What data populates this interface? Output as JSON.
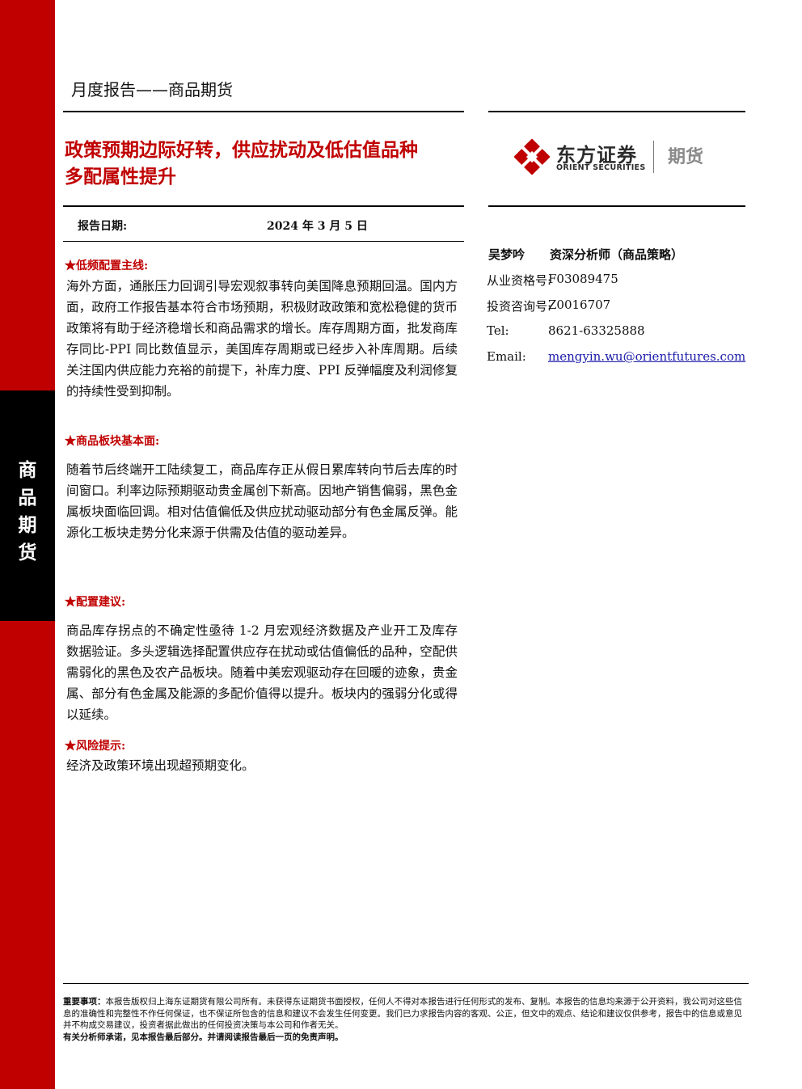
{
  "sidebar": {
    "label_chars": [
      "商",
      "品",
      "期",
      "货"
    ]
  },
  "header": {
    "report_type": "月度报告——商品期货",
    "title_line1": "政策预期边际好转，供应扰动及低估值品种",
    "title_line2": "多配属性提升"
  },
  "logo": {
    "name_cn": "东方证券",
    "name_en": "ORIENT SECURITIES",
    "sub": "期货",
    "icon": "orient-logo-icon"
  },
  "report_date": {
    "label": "报告日期:",
    "value": "2024 年 3 月 5 日"
  },
  "sections": [
    {
      "heading": "★低频配置主线:",
      "body": "海外方面，通胀压力回调引导宏观叙事转向美国降息预期回温。国内方面，政府工作报告基本符合市场预期，积极财政政策和宽松稳健的货币政策将有助于经济稳增长和商品需求的增长。库存周期方面，批发商库存同比-PPI 同比数值显示，美国库存周期或已经步入补库周期。后续关注国内供应能力充裕的前提下，补库力度、PPI 反弹幅度及利润修复的持续性受到抑制。"
    },
    {
      "heading": "★商品板块基本面:",
      "body": "随着节后终端开工陆续复工，商品库存正从假日累库转向节后去库的时间窗口。利率边际预期驱动贵金属创下新高。因地产销售偏弱，黑色金属板块面临回调。相对估值偏低及供应扰动驱动部分有色金属反弹。能源化工板块走势分化来源于供需及估值的驱动差异。"
    },
    {
      "heading": "★配置建议:",
      "body": "商品库存拐点的不确定性亟待 1-2 月宏观经济数据及产业开工及库存数据验证。多头逻辑选择配置供应存在扰动或估值偏低的品种，空配供需弱化的黑色及农产品板块。随着中美宏观驱动存在回暖的迹象，贵金属、部分有色金属及能源的多配价值得以提升。板块内的强弱分化或得以延续。"
    },
    {
      "heading": "★风险提示:",
      "body": "经济及政策环境出现超预期变化。"
    }
  ],
  "analyst": {
    "name": "吴梦吟",
    "title": "资深分析师（商品策略）",
    "rows": [
      {
        "label": "从业资格号:",
        "value": "F03089475"
      },
      {
        "label": "投资咨询号:",
        "value": "Z0016707"
      },
      {
        "label": "Tel:",
        "value": "8621-63325888"
      },
      {
        "label": "Email:",
        "value": "mengyin.wu@orientfutures.com"
      }
    ]
  },
  "disclaimer": {
    "lead": "重要事项：",
    "text": "本报告版权归上海东证期货有限公司所有。未获得东证期货书面授权，任何人不得对本报告进行任何形式的发布、复制。本报告的信息均来源于公开资料，我公司对这些信息的准确性和完整性不作任何保证，也不保证所包含的信息和建议不会发生任何变更。我们已力求报告内容的客观、公正，但文中的观点、结论和建议仅供参考，报告中的信息或意见并不构成交易建议，投资者据此做出的任何投资决策与本公司和作者无关。",
    "final": "有关分析师承诺，见本报告最后部分。并请阅读报告最后一页的免责声明。"
  },
  "colors": {
    "brand_red": "#c00000",
    "black_band": "#000000"
  }
}
